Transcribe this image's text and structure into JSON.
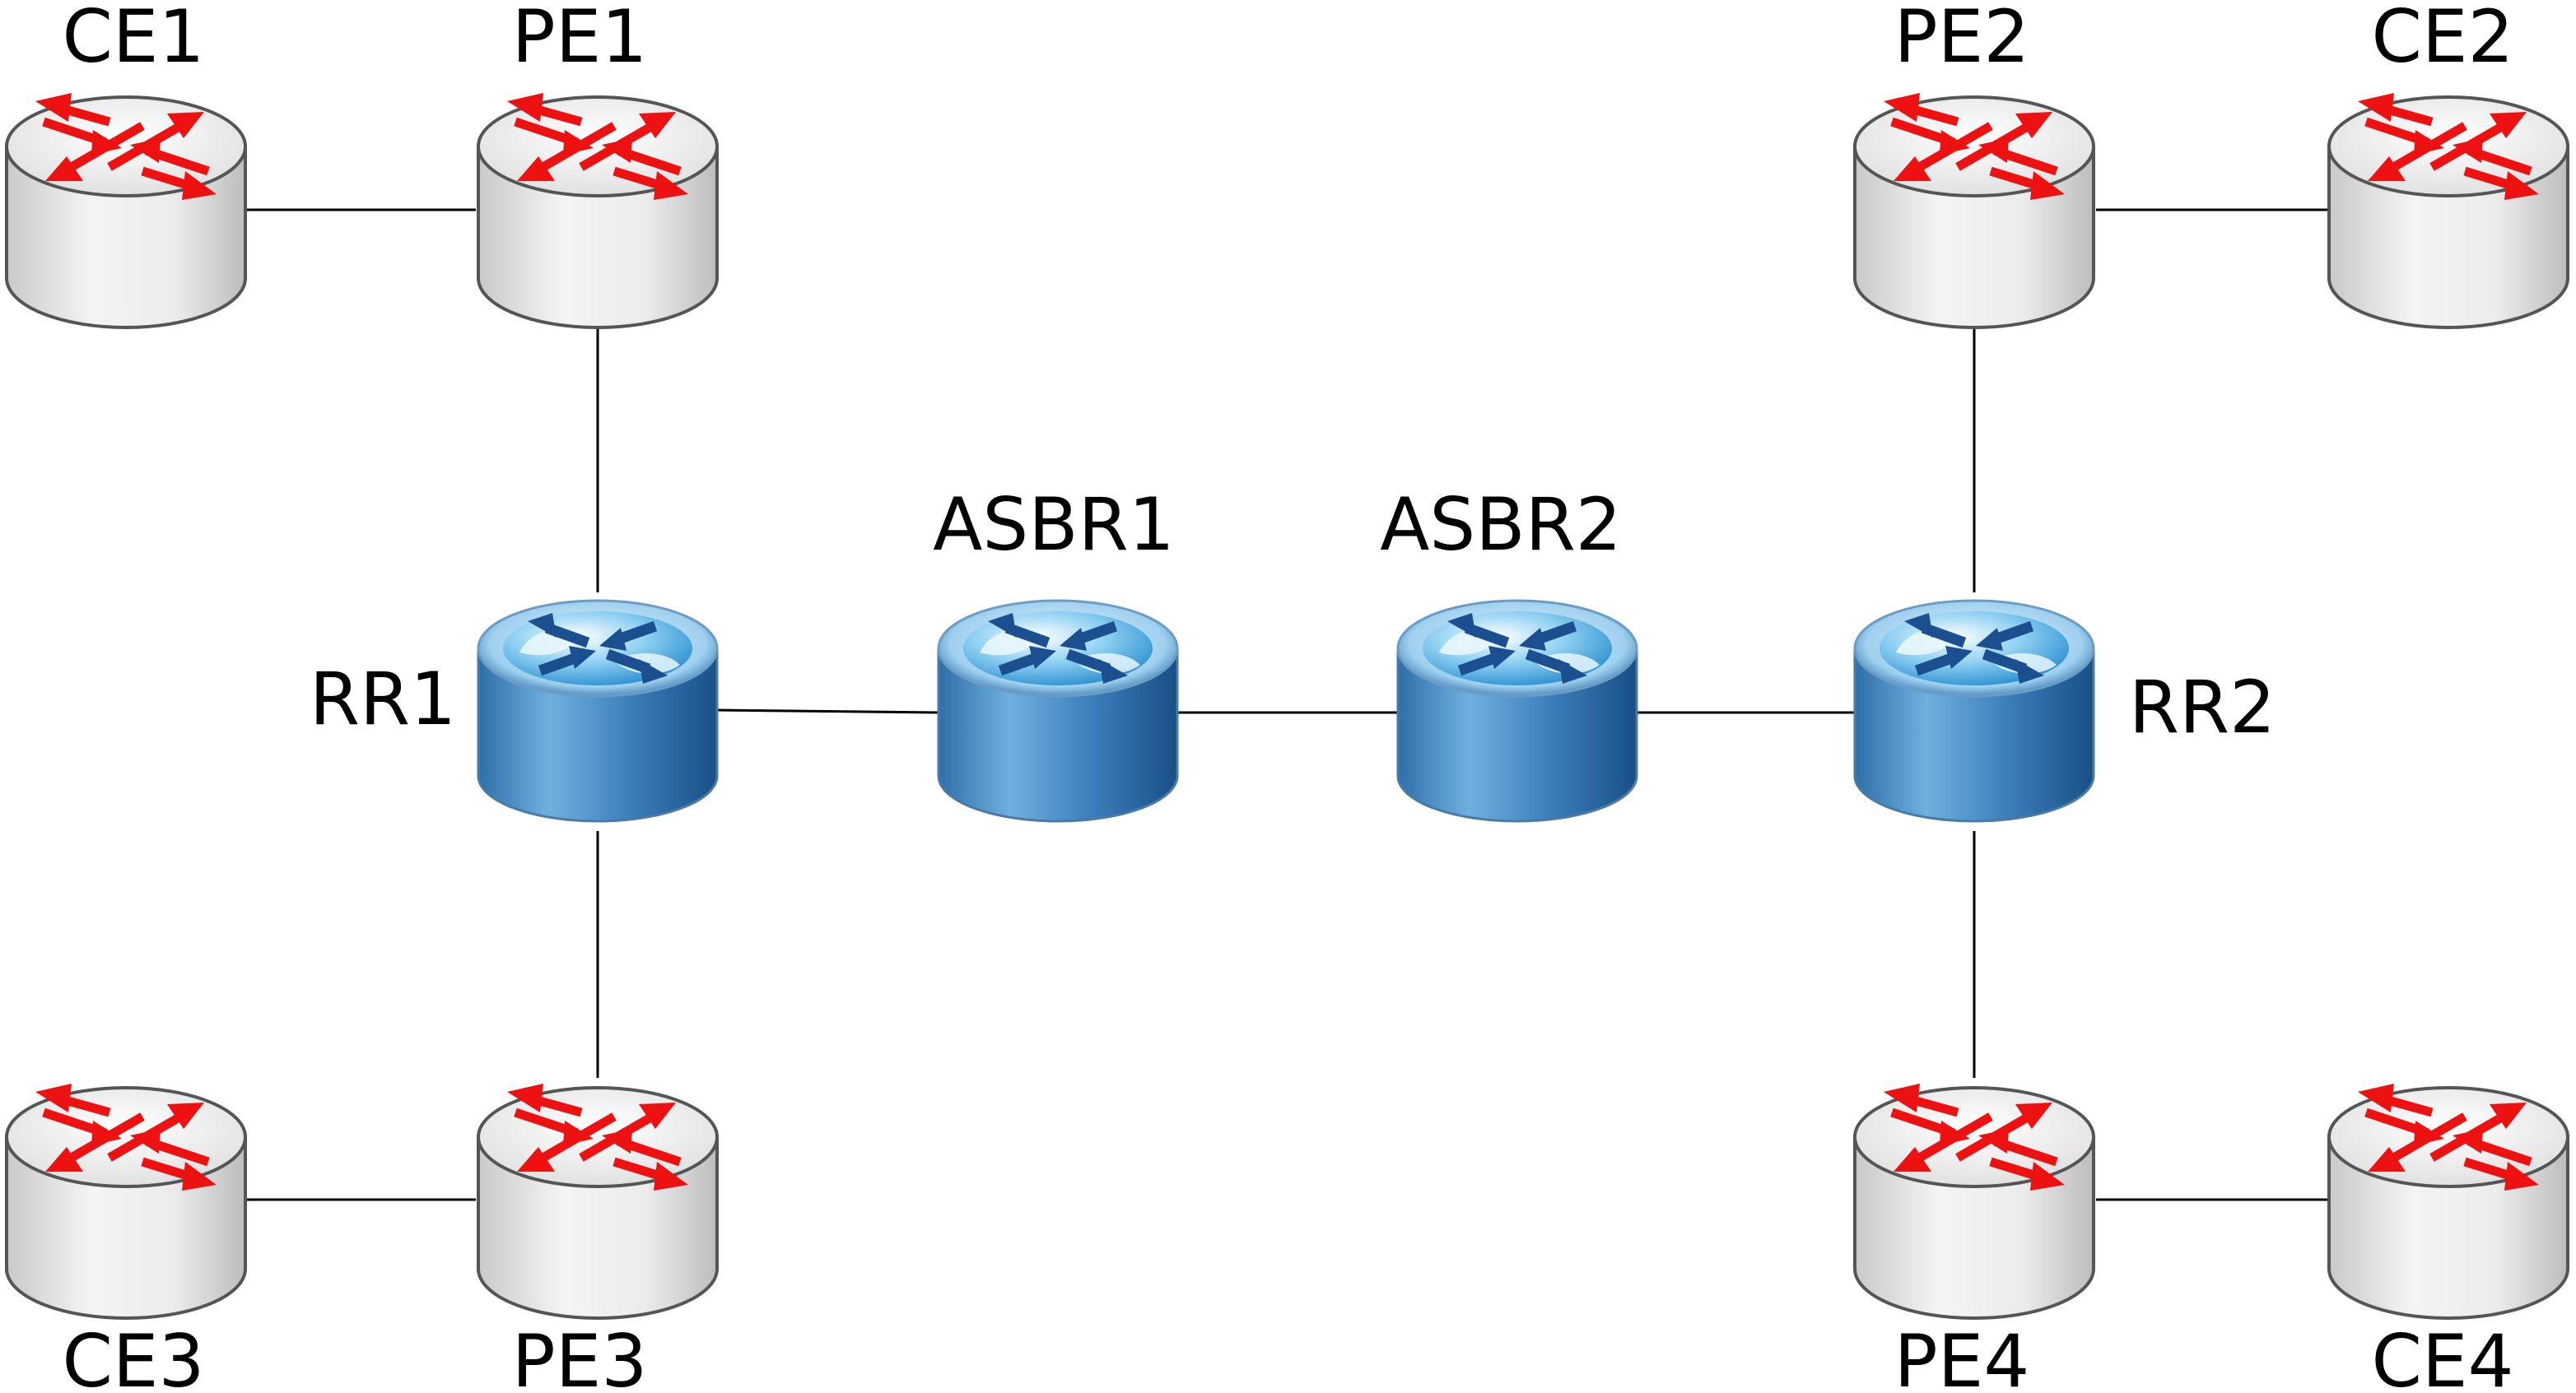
{
  "diagram": {
    "colors": {
      "background": "#ffffff",
      "link": "#000000",
      "edge_router_body": "#e8e8e8",
      "edge_router_arrows": "#ee1111",
      "core_router_body": "#3f85c0",
      "core_router_arrows": "#1b4f8f",
      "core_router_globe": "#59b4e6"
    },
    "nodes": [
      {
        "id": "ce1",
        "label": "CE1",
        "kind": "edge-router",
        "icon": "router-red-arrows-icon"
      },
      {
        "id": "pe1",
        "label": "PE1",
        "kind": "edge-router",
        "icon": "router-red-arrows-icon"
      },
      {
        "id": "pe2",
        "label": "PE2",
        "kind": "edge-router",
        "icon": "router-red-arrows-icon"
      },
      {
        "id": "ce2",
        "label": "CE2",
        "kind": "edge-router",
        "icon": "router-red-arrows-icon"
      },
      {
        "id": "rr1",
        "label": "RR1",
        "kind": "core-router",
        "icon": "router-globe-icon"
      },
      {
        "id": "asbr1",
        "label": "ASBR1",
        "kind": "core-router",
        "icon": "router-globe-icon"
      },
      {
        "id": "asbr2",
        "label": "ASBR2",
        "kind": "core-router",
        "icon": "router-globe-icon"
      },
      {
        "id": "rr2",
        "label": "RR2",
        "kind": "core-router",
        "icon": "router-globe-icon"
      },
      {
        "id": "ce3",
        "label": "CE3",
        "kind": "edge-router",
        "icon": "router-red-arrows-icon"
      },
      {
        "id": "pe3",
        "label": "PE3",
        "kind": "edge-router",
        "icon": "router-red-arrows-icon"
      },
      {
        "id": "pe4",
        "label": "PE4",
        "kind": "edge-router",
        "icon": "router-red-arrows-icon"
      },
      {
        "id": "ce4",
        "label": "CE4",
        "kind": "edge-router",
        "icon": "router-red-arrows-icon"
      }
    ],
    "links": [
      {
        "from": "ce1",
        "to": "pe1"
      },
      {
        "from": "pe1",
        "to": "rr1"
      },
      {
        "from": "rr1",
        "to": "pe3"
      },
      {
        "from": "ce3",
        "to": "pe3"
      },
      {
        "from": "rr1",
        "to": "asbr1"
      },
      {
        "from": "asbr1",
        "to": "asbr2"
      },
      {
        "from": "asbr2",
        "to": "rr2"
      },
      {
        "from": "pe2",
        "to": "ce2"
      },
      {
        "from": "pe2",
        "to": "rr2"
      },
      {
        "from": "rr2",
        "to": "pe4"
      },
      {
        "from": "pe4",
        "to": "ce4"
      }
    ]
  }
}
